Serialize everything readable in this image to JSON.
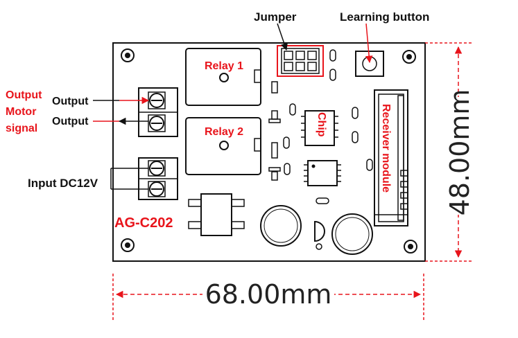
{
  "labels": {
    "jumper": "Jumper",
    "learning_button": "Learning button",
    "relay1": "Relay 1",
    "relay2": "Relay 2",
    "chip": "Chip",
    "receiver_module": "Receiver module",
    "output_motor_signal_line1": "Output",
    "output_motor_signal_line2": "Motor",
    "output_motor_signal_line3": "signal",
    "output_top": "Output",
    "output_bottom": "Output",
    "input": "Input DC12V",
    "model": "AG-C202"
  },
  "dimensions": {
    "width": "68.00mm",
    "height": "48.00mm"
  },
  "colors": {
    "annotation_red": "#e8141b",
    "board_outline": "#111111",
    "background": "#ffffff"
  }
}
